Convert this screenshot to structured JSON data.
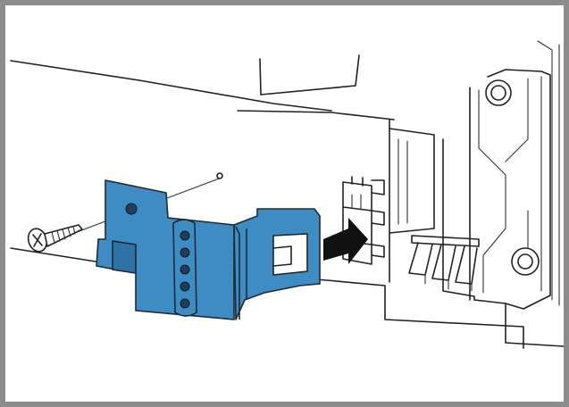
{
  "figure": {
    "frame_color": "#8c8c8c",
    "bracket_color": "#3d8cc4",
    "bracket_shade": "#2f73a6",
    "arrow_color": "#111111",
    "line_color": "#222222"
  },
  "parts": {
    "device": "printer-body",
    "bracket": "mounting-bracket",
    "screw": "screw-icon",
    "arrow": "insert-direction-arrow",
    "bracket_holes": 5
  }
}
